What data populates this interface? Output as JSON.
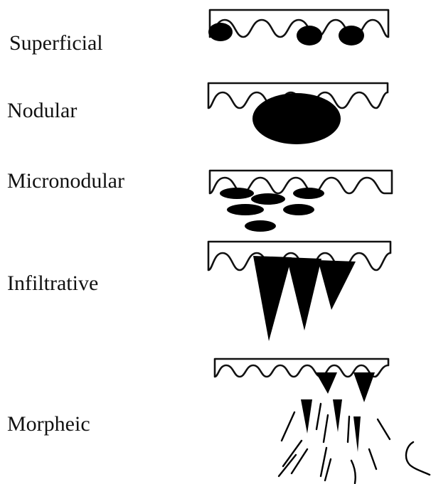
{
  "figure": {
    "labels": [
      {
        "id": "superficial",
        "text": "Superficial"
      },
      {
        "id": "nodular",
        "text": "Nodular"
      },
      {
        "id": "micronodular",
        "text": "Micronodular"
      },
      {
        "id": "infiltrative",
        "text": "Infiltrative"
      },
      {
        "id": "morpheic",
        "text": "Morpheic"
      }
    ],
    "colors": {
      "ink": "#000000",
      "background": "#ffffff"
    }
  }
}
